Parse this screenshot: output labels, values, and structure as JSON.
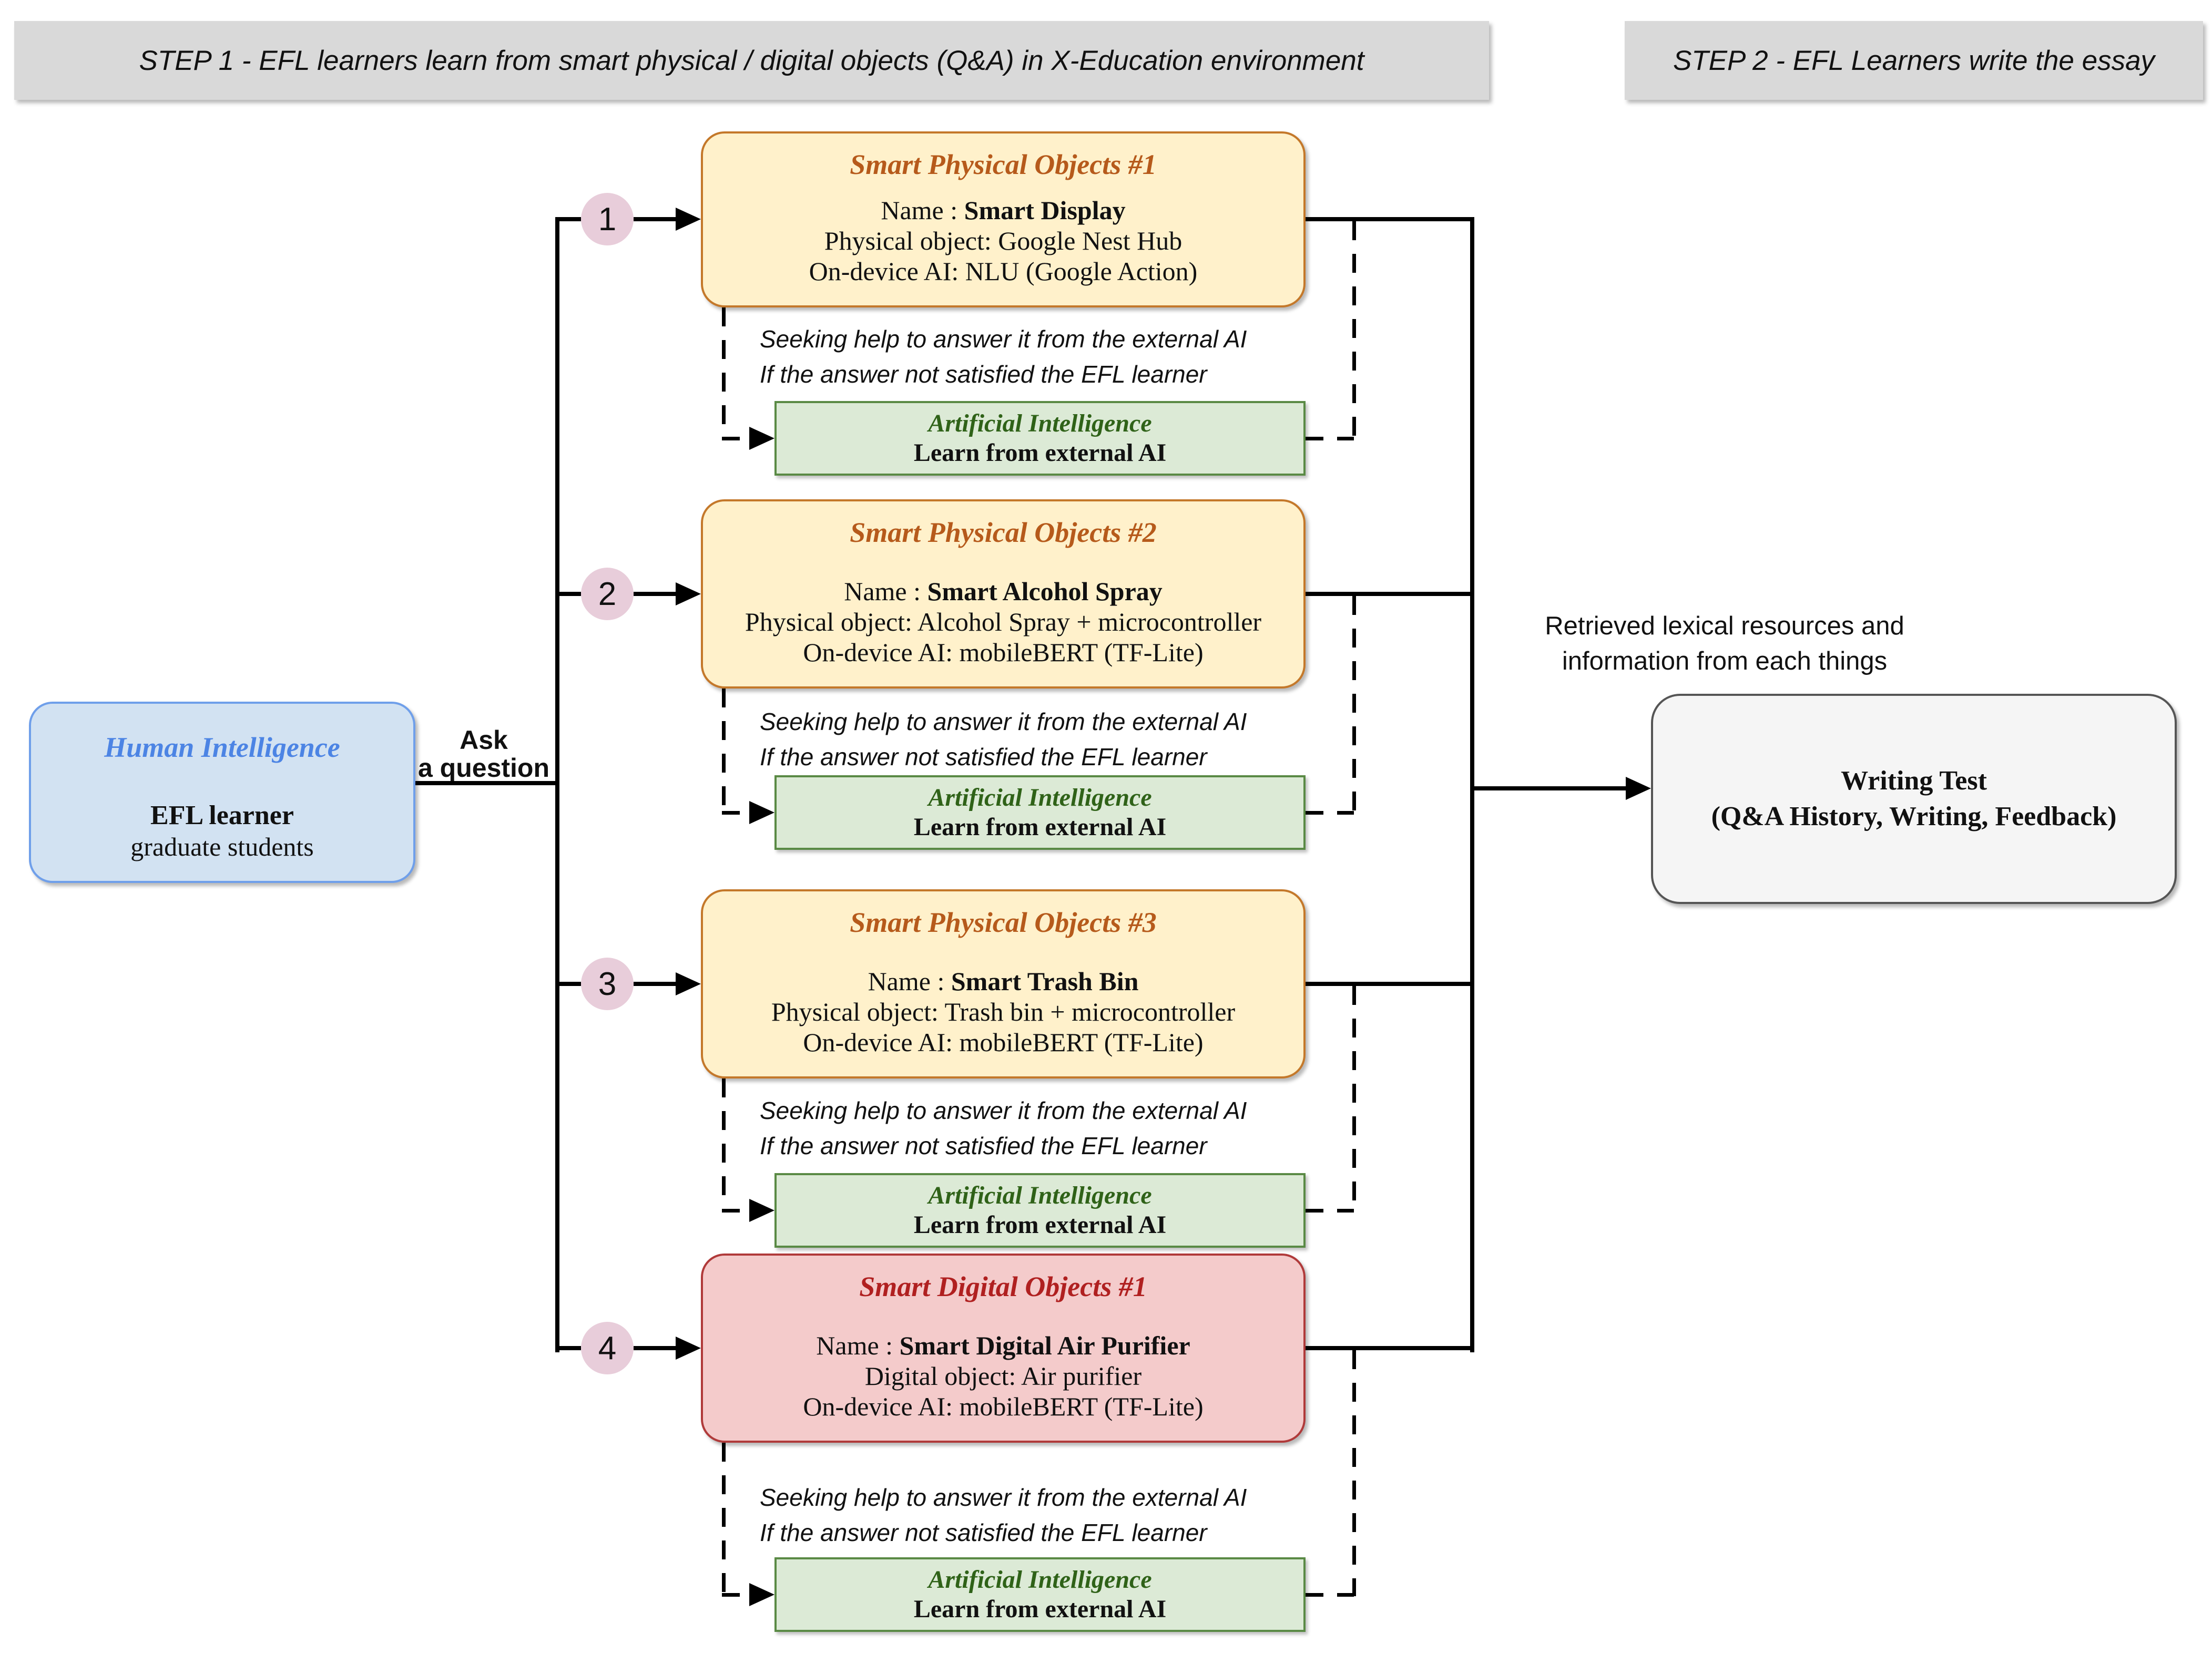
{
  "steps": {
    "step1": "STEP 1 - EFL learners learn from smart physical / digital objects (Q&A) in X-Education environment",
    "step2": "STEP 2 - EFL Learners write the essay"
  },
  "human": {
    "title": "Human Intelligence",
    "line1": "EFL learner",
    "line2": "graduate students"
  },
  "ask": {
    "line1": "Ask",
    "line2": "a question"
  },
  "sections": [
    {
      "number": "1",
      "title": "Smart Physical Objects #1",
      "name_label": "Name : ",
      "name_value": "Smart Display",
      "line2": "Physical object: Google Nest Hub",
      "line3": "On-device AI: NLU (Google Action)",
      "note_line1": "Seeking help to answer it from the external AI",
      "note_line2": "If the answer not satisfied the EFL learner",
      "ai_title": "Artificial Intelligence",
      "ai_body": "Learn from external AI"
    },
    {
      "number": "2",
      "title": "Smart Physical Objects #2",
      "name_label": "Name : ",
      "name_value": "Smart Alcohol Spray",
      "line2": "Physical object: Alcohol Spray + microcontroller",
      "line3": "On-device AI: mobileBERT (TF-Lite)",
      "note_line1": "Seeking help to answer it from the external AI",
      "note_line2": "If the answer not satisfied the EFL learner",
      "ai_title": "Artificial Intelligence",
      "ai_body": "Learn from external AI"
    },
    {
      "number": "3",
      "title": "Smart Physical Objects #3",
      "name_label": "Name : ",
      "name_value": "Smart Trash Bin",
      "line2": "Physical object: Trash bin + microcontroller",
      "line3": "On-device AI: mobileBERT (TF-Lite)",
      "note_line1": "Seeking help to answer it from the external AI",
      "note_line2": "If the answer not satisfied the EFL learner",
      "ai_title": "Artificial Intelligence",
      "ai_body": "Learn from external AI"
    },
    {
      "number": "4",
      "title": "Smart Digital Objects #1",
      "name_label": "Name : ",
      "name_value": "Smart Digital Air Purifier",
      "line2": "Digital object: Air purifier",
      "line3": "On-device AI: mobileBERT (TF-Lite)",
      "note_line1": "Seeking help to answer it from the external AI",
      "note_line2": "If the answer not satisfied the EFL learner",
      "ai_title": "Artificial Intelligence",
      "ai_body": "Learn from external AI"
    }
  ],
  "right": {
    "retrieved_line1": "Retrieved lexical resources and",
    "retrieved_line2": "information from each things",
    "writing_title": "Writing Test",
    "writing_subtitle": "(Q&A History, Writing, Feedback)"
  },
  "colors": {
    "step_bar_fill": "#D9D9D9",
    "physical_fill": "#FFF1CB",
    "physical_border": "#C4782A",
    "physical_title": "#B65A1B",
    "digital_fill": "#F4CBCB",
    "digital_border": "#B03A3A",
    "digital_title": "#B02020",
    "ai_fill": "#DCEAD6",
    "ai_border": "#5A8A45",
    "ai_title": "#2F6218",
    "human_fill": "#D2E2F2",
    "human_border": "#6F9FEA",
    "human_title": "#4C84E4",
    "circle_fill": "#E8CDDA",
    "writing_fill": "#F5F5F5",
    "line_color": "#000000"
  }
}
